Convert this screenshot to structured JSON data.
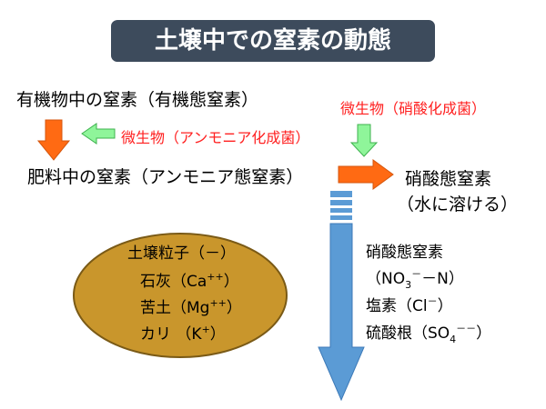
{
  "title": "土壌中での窒素の動態",
  "organic_nitrogen": "有機物中の窒素（有機態窒素）",
  "microbe_ammonia": "微生物（アンモニア化成菌）",
  "fertilizer_nitrogen": "肥料中の窒素（アンモニア態窒素）",
  "microbe_nitrate": "微生物（硝酸化成菌）",
  "nitrate_nitrogen": "硝酸態窒素",
  "dissolves_in_water": "（水に溶ける）",
  "soil_particle": {
    "heading": "土壌粒子（－）",
    "items": [
      {
        "name": "石灰（Ca",
        "charge": "++",
        "close": "）"
      },
      {
        "name": "苦土（Mg",
        "charge": "++",
        "close": "）"
      },
      {
        "name": "カリ （K",
        "charge": "+",
        "close": "）"
      }
    ]
  },
  "leached": {
    "nitrate": "硝酸態窒素",
    "no3_prefix": "（NO",
    "no3_sub": "3",
    "no3_charge": "－",
    "no3_suffix": "－N）",
    "chloride": "塩素（Cl",
    "chloride_charge": "－",
    "chloride_close": "）",
    "sulfate": "硫酸根（SO",
    "sulfate_sub": "4",
    "sulfate_charge": "－－",
    "sulfate_close": "）"
  },
  "colors": {
    "title_bg": "#3d4b5c",
    "orange_arrow": "#ff6a13",
    "green_arrow": "#8ff59a",
    "blue_arrow": "#5b9bd5",
    "ellipse_fill": "#c9962c",
    "microbe_text": "#ff2020"
  }
}
